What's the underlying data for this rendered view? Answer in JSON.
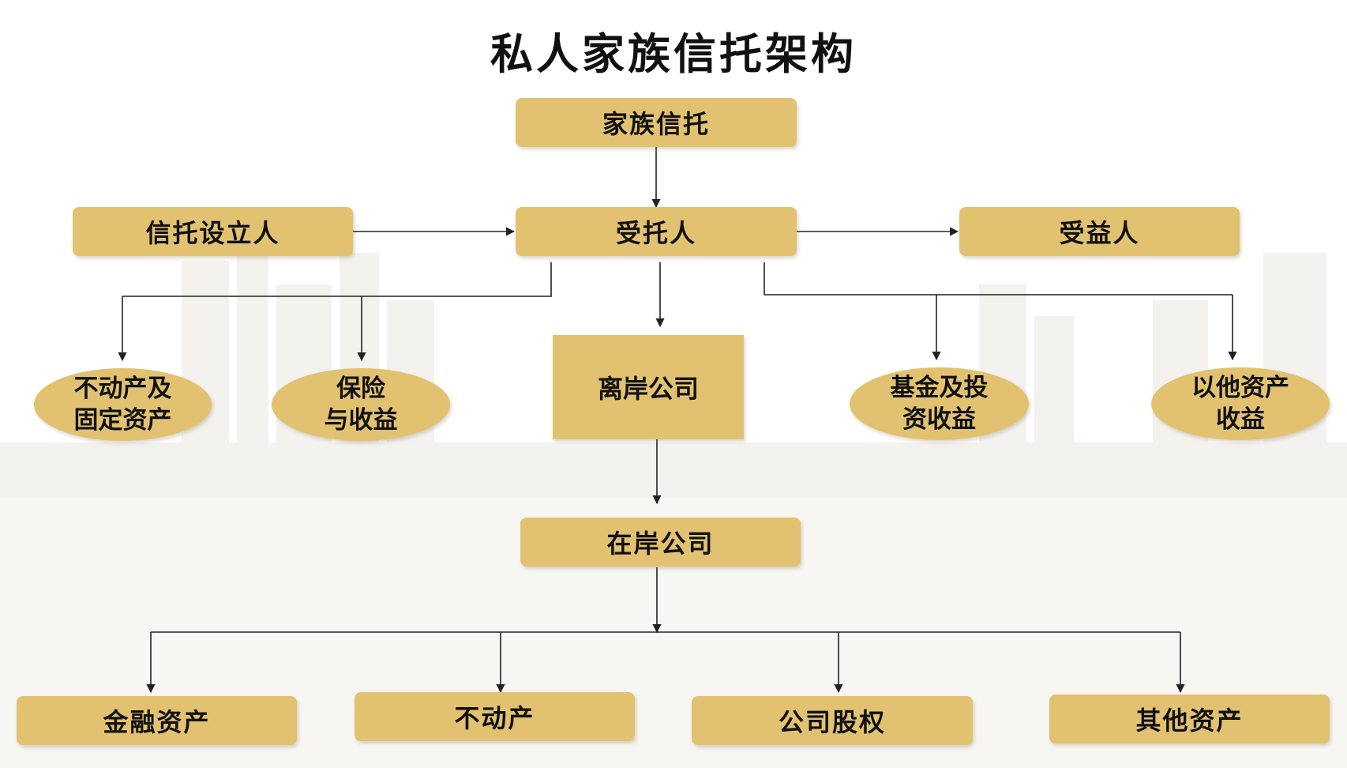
{
  "title": "私人家族信托架构",
  "nodes": {
    "family_trust": "家族信托",
    "settlor": "信托设立人",
    "trustee": "受托人",
    "beneficiary": "受益人",
    "real_estate_fixed": [
      "不动产及",
      "固定资产"
    ],
    "insurance": [
      "保险",
      "与收益"
    ],
    "offshore": "离岸公司",
    "fund_invest": [
      "基金及投",
      "资收益"
    ],
    "other_assets_income": [
      "以他资产",
      "收益"
    ],
    "onshore": "在岸公司",
    "financial_assets": "金融资产",
    "real_estate": "不动产",
    "equity": "公司股权",
    "other_assets": "其他资产"
  },
  "colors": {
    "box_fill": "#e2c270",
    "line": "#222222",
    "text": "#111111"
  }
}
